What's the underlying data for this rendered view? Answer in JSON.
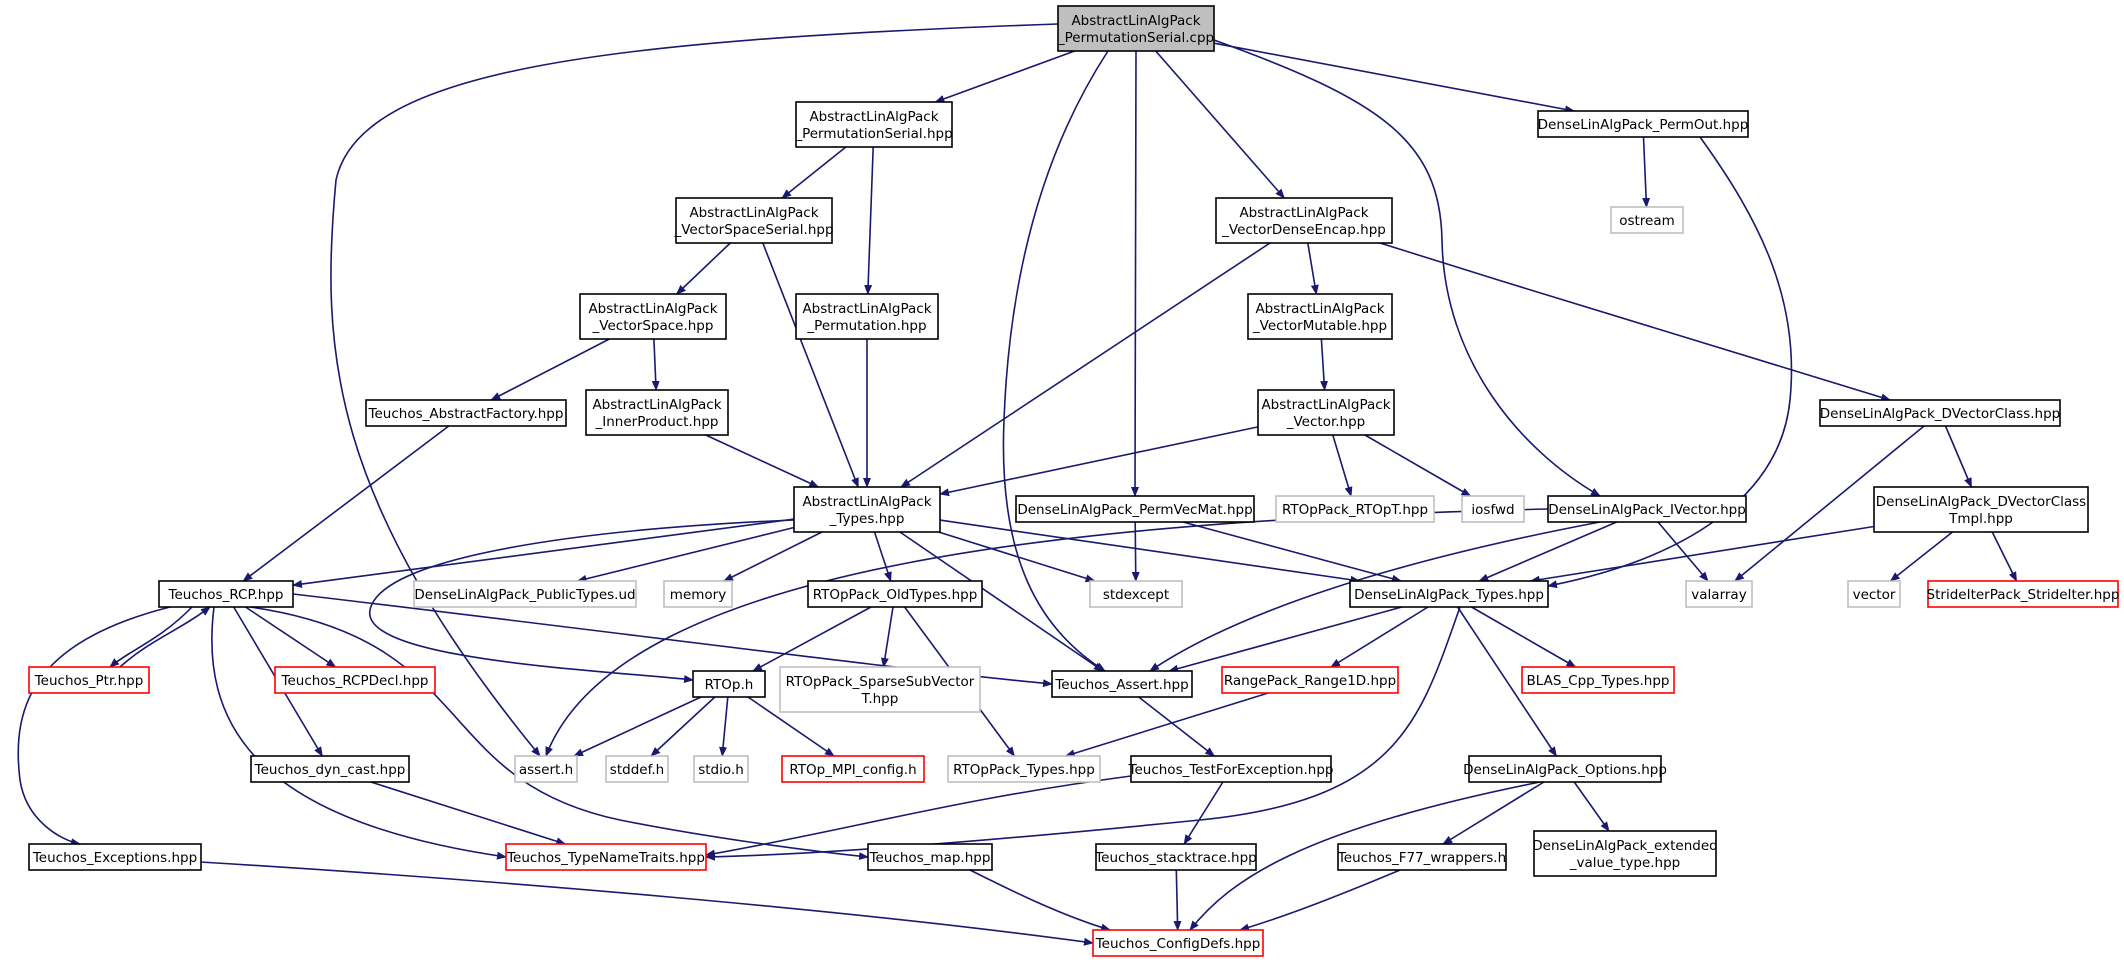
{
  "colors": {
    "edge": "#191970",
    "root_fill": "#bfbfbf",
    "box_border": "#000000",
    "missing_border": "#bfbfbf",
    "truncated_border": "#ff0000",
    "text": "#000000"
  },
  "nodes": [
    {
      "id": "root",
      "lines": [
        "AbstractLinAlgPack",
        "_PermutationSerial.cpp"
      ],
      "kind": "root"
    },
    {
      "id": "perm_serial_hpp",
      "lines": [
        "AbstractLinAlgPack",
        "_PermutationSerial.hpp"
      ],
      "kind": "normal"
    },
    {
      "id": "vss_hpp",
      "lines": [
        "AbstractLinAlgPack",
        "_VectorSpaceSerial.hpp"
      ],
      "kind": "normal"
    },
    {
      "id": "vs_hpp",
      "lines": [
        "AbstractLinAlgPack",
        "_VectorSpace.hpp"
      ],
      "kind": "normal"
    },
    {
      "id": "perm_hpp",
      "lines": [
        "AbstractLinAlgPack",
        "_Permutation.hpp"
      ],
      "kind": "normal"
    },
    {
      "id": "abs_factory",
      "lines": [
        "Teuchos_AbstractFactory.hpp"
      ],
      "kind": "normal"
    },
    {
      "id": "inner_prod",
      "lines": [
        "AbstractLinAlgPack",
        "_InnerProduct.hpp"
      ],
      "kind": "normal"
    },
    {
      "id": "ala_types",
      "lines": [
        "AbstractLinAlgPack",
        "_Types.hpp"
      ],
      "kind": "normal"
    },
    {
      "id": "vde_hpp",
      "lines": [
        "AbstractLinAlgPack",
        "_VectorDenseEncap.hpp"
      ],
      "kind": "normal"
    },
    {
      "id": "vm_hpp",
      "lines": [
        "AbstractLinAlgPack",
        "_VectorMutable.hpp"
      ],
      "kind": "normal"
    },
    {
      "id": "vec_hpp",
      "lines": [
        "AbstractLinAlgPack",
        "_Vector.hpp"
      ],
      "kind": "normal"
    },
    {
      "id": "rtopt",
      "lines": [
        "RTOpPack_RTOpT.hpp"
      ],
      "kind": "missing"
    },
    {
      "id": "iosfwd",
      "lines": [
        "iosfwd"
      ],
      "kind": "missing"
    },
    {
      "id": "permout",
      "lines": [
        "DenseLinAlgPack_PermOut.hpp"
      ],
      "kind": "normal"
    },
    {
      "id": "ostream",
      "lines": [
        "ostream"
      ],
      "kind": "missing"
    },
    {
      "id": "permvecmat",
      "lines": [
        "DenseLinAlgPack_PermVecMat.hpp"
      ],
      "kind": "normal"
    },
    {
      "id": "ivector",
      "lines": [
        "DenseLinAlgPack_IVector.hpp"
      ],
      "kind": "normal"
    },
    {
      "id": "dvecclass",
      "lines": [
        "DenseLinAlgPack_DVectorClass.hpp"
      ],
      "kind": "normal"
    },
    {
      "id": "dvecclasstmpl",
      "lines": [
        "DenseLinAlgPack_DVectorClass",
        "Tmpl.hpp"
      ],
      "kind": "normal"
    },
    {
      "id": "vector",
      "lines": [
        "vector"
      ],
      "kind": "missing"
    },
    {
      "id": "strideiter",
      "lines": [
        "StrideIterPack_StrideIter.hpp"
      ],
      "kind": "truncated"
    },
    {
      "id": "valarray",
      "lines": [
        "valarray"
      ],
      "kind": "missing"
    },
    {
      "id": "dla_types",
      "lines": [
        "DenseLinAlgPack_Types.hpp"
      ],
      "kind": "normal"
    },
    {
      "id": "stdexcept",
      "lines": [
        "stdexcept"
      ],
      "kind": "missing"
    },
    {
      "id": "memory",
      "lines": [
        "memory"
      ],
      "kind": "missing"
    },
    {
      "id": "pubtypes",
      "lines": [
        "DenseLinAlgPack_PublicTypes.ud"
      ],
      "kind": "missing"
    },
    {
      "id": "rcp",
      "lines": [
        "Teuchos_RCP.hpp"
      ],
      "kind": "normal"
    },
    {
      "id": "oldtypes",
      "lines": [
        "RTOpPack_OldTypes.hpp"
      ],
      "kind": "normal"
    },
    {
      "id": "sparsesub",
      "lines": [
        "RTOpPack_SparseSubVector",
        "T.hpp"
      ],
      "kind": "missing"
    },
    {
      "id": "rtop_h",
      "lines": [
        "RTOp.h"
      ],
      "kind": "normal"
    },
    {
      "id": "assert_hpp",
      "lines": [
        "Teuchos_Assert.hpp"
      ],
      "kind": "normal"
    },
    {
      "id": "range1d",
      "lines": [
        "RangePack_Range1D.hpp"
      ],
      "kind": "truncated"
    },
    {
      "id": "blas",
      "lines": [
        "BLAS_Cpp_Types.hpp"
      ],
      "kind": "truncated"
    },
    {
      "id": "ptr",
      "lines": [
        "Teuchos_Ptr.hpp"
      ],
      "kind": "truncated"
    },
    {
      "id": "rcpdecl",
      "lines": [
        "Teuchos_RCPDecl.hpp"
      ],
      "kind": "truncated"
    },
    {
      "id": "assert_h",
      "lines": [
        "assert.h"
      ],
      "kind": "missing"
    },
    {
      "id": "stddef",
      "lines": [
        "stddef.h"
      ],
      "kind": "missing"
    },
    {
      "id": "stdio",
      "lines": [
        "stdio.h"
      ],
      "kind": "missing"
    },
    {
      "id": "mpi_config",
      "lines": [
        "RTOp_MPI_config.h"
      ],
      "kind": "truncated"
    },
    {
      "id": "rtop_types",
      "lines": [
        "RTOpPack_Types.hpp"
      ],
      "kind": "missing"
    },
    {
      "id": "dyn_cast",
      "lines": [
        "Teuchos_dyn_cast.hpp"
      ],
      "kind": "normal"
    },
    {
      "id": "testforexc",
      "lines": [
        "Teuchos_TestForException.hpp"
      ],
      "kind": "normal"
    },
    {
      "id": "options",
      "lines": [
        "DenseLinAlgPack_Options.hpp"
      ],
      "kind": "normal"
    },
    {
      "id": "exceptions",
      "lines": [
        "Teuchos_Exceptions.hpp"
      ],
      "kind": "normal"
    },
    {
      "id": "typenametraits",
      "lines": [
        "Teuchos_TypeNameTraits.hpp"
      ],
      "kind": "truncated"
    },
    {
      "id": "map",
      "lines": [
        "Teuchos_map.hpp"
      ],
      "kind": "normal"
    },
    {
      "id": "stacktrace",
      "lines": [
        "Teuchos_stacktrace.hpp"
      ],
      "kind": "normal"
    },
    {
      "id": "f77",
      "lines": [
        "Teuchos_F77_wrappers.h"
      ],
      "kind": "normal"
    },
    {
      "id": "extended",
      "lines": [
        "DenseLinAlgPack_extended",
        "_value_type.hpp"
      ],
      "kind": "normal"
    },
    {
      "id": "configdefs",
      "lines": [
        "Teuchos_ConfigDefs.hpp"
      ],
      "kind": "truncated"
    }
  ],
  "edges": [
    [
      "root",
      "perm_serial_hpp"
    ],
    [
      "root",
      "vde_hpp"
    ],
    [
      "root",
      "permout"
    ],
    [
      "root",
      "permvecmat"
    ],
    [
      "root",
      "ivector"
    ],
    [
      "root",
      "assert_hpp"
    ],
    [
      "root",
      "assert_h"
    ],
    [
      "perm_serial_hpp",
      "vss_hpp"
    ],
    [
      "perm_serial_hpp",
      "perm_hpp"
    ],
    [
      "vss_hpp",
      "vs_hpp"
    ],
    [
      "vss_hpp",
      "ala_types"
    ],
    [
      "vs_hpp",
      "abs_factory"
    ],
    [
      "vs_hpp",
      "inner_prod"
    ],
    [
      "perm_hpp",
      "ala_types"
    ],
    [
      "inner_prod",
      "ala_types"
    ],
    [
      "abs_factory",
      "rcp"
    ],
    [
      "vde_hpp",
      "ala_types"
    ],
    [
      "vde_hpp",
      "vm_hpp"
    ],
    [
      "vde_hpp",
      "dvecclass"
    ],
    [
      "vm_hpp",
      "vec_hpp"
    ],
    [
      "vec_hpp",
      "ala_types"
    ],
    [
      "vec_hpp",
      "rtopt"
    ],
    [
      "vec_hpp",
      "iosfwd"
    ],
    [
      "permout",
      "ostream"
    ],
    [
      "permout",
      "dla_types"
    ],
    [
      "permvecmat",
      "stdexcept"
    ],
    [
      "permvecmat",
      "dla_types"
    ],
    [
      "ivector",
      "dla_types"
    ],
    [
      "ivector",
      "valarray"
    ],
    [
      "ivector",
      "assert_hpp"
    ],
    [
      "ivector",
      "assert_h"
    ],
    [
      "dvecclass",
      "dvecclasstmpl"
    ],
    [
      "dvecclass",
      "valarray"
    ],
    [
      "dvecclasstmpl",
      "dla_types"
    ],
    [
      "dvecclasstmpl",
      "vector"
    ],
    [
      "dvecclasstmpl",
      "strideiter"
    ],
    [
      "ala_types",
      "rcp"
    ],
    [
      "ala_types",
      "pubtypes"
    ],
    [
      "ala_types",
      "memory"
    ],
    [
      "ala_types",
      "oldtypes"
    ],
    [
      "ala_types",
      "stdexcept"
    ],
    [
      "ala_types",
      "dla_types"
    ],
    [
      "ala_types",
      "assert_hpp"
    ],
    [
      "ala_types",
      "rtop_h"
    ],
    [
      "dla_types",
      "assert_hpp"
    ],
    [
      "dla_types",
      "range1d"
    ],
    [
      "dla_types",
      "blas"
    ],
    [
      "dla_types",
      "options"
    ],
    [
      "dla_types",
      "typenametraits"
    ],
    [
      "rcp",
      "ptr"
    ],
    [
      "rcp",
      "rcpdecl"
    ],
    [
      "rcp",
      "dyn_cast"
    ],
    [
      "rcp",
      "exceptions"
    ],
    [
      "rcp",
      "typenametraits"
    ],
    [
      "rcp",
      "map"
    ],
    [
      "rcp",
      "assert_hpp"
    ],
    [
      "ptr",
      "rcp"
    ],
    [
      "oldtypes",
      "rtop_h"
    ],
    [
      "oldtypes",
      "sparsesub"
    ],
    [
      "oldtypes",
      "rtop_types"
    ],
    [
      "rtop_h",
      "assert_h"
    ],
    [
      "rtop_h",
      "stddef"
    ],
    [
      "rtop_h",
      "stdio"
    ],
    [
      "rtop_h",
      "mpi_config"
    ],
    [
      "assert_hpp",
      "testforexc"
    ],
    [
      "range1d",
      "rtop_types"
    ],
    [
      "testforexc",
      "typenametraits"
    ],
    [
      "testforexc",
      "stacktrace"
    ],
    [
      "dyn_cast",
      "typenametraits"
    ],
    [
      "options",
      "f77"
    ],
    [
      "options",
      "extended"
    ],
    [
      "options",
      "configdefs"
    ],
    [
      "exceptions",
      "configdefs"
    ],
    [
      "map",
      "configdefs"
    ],
    [
      "stacktrace",
      "configdefs"
    ],
    [
      "f77",
      "configdefs"
    ]
  ]
}
